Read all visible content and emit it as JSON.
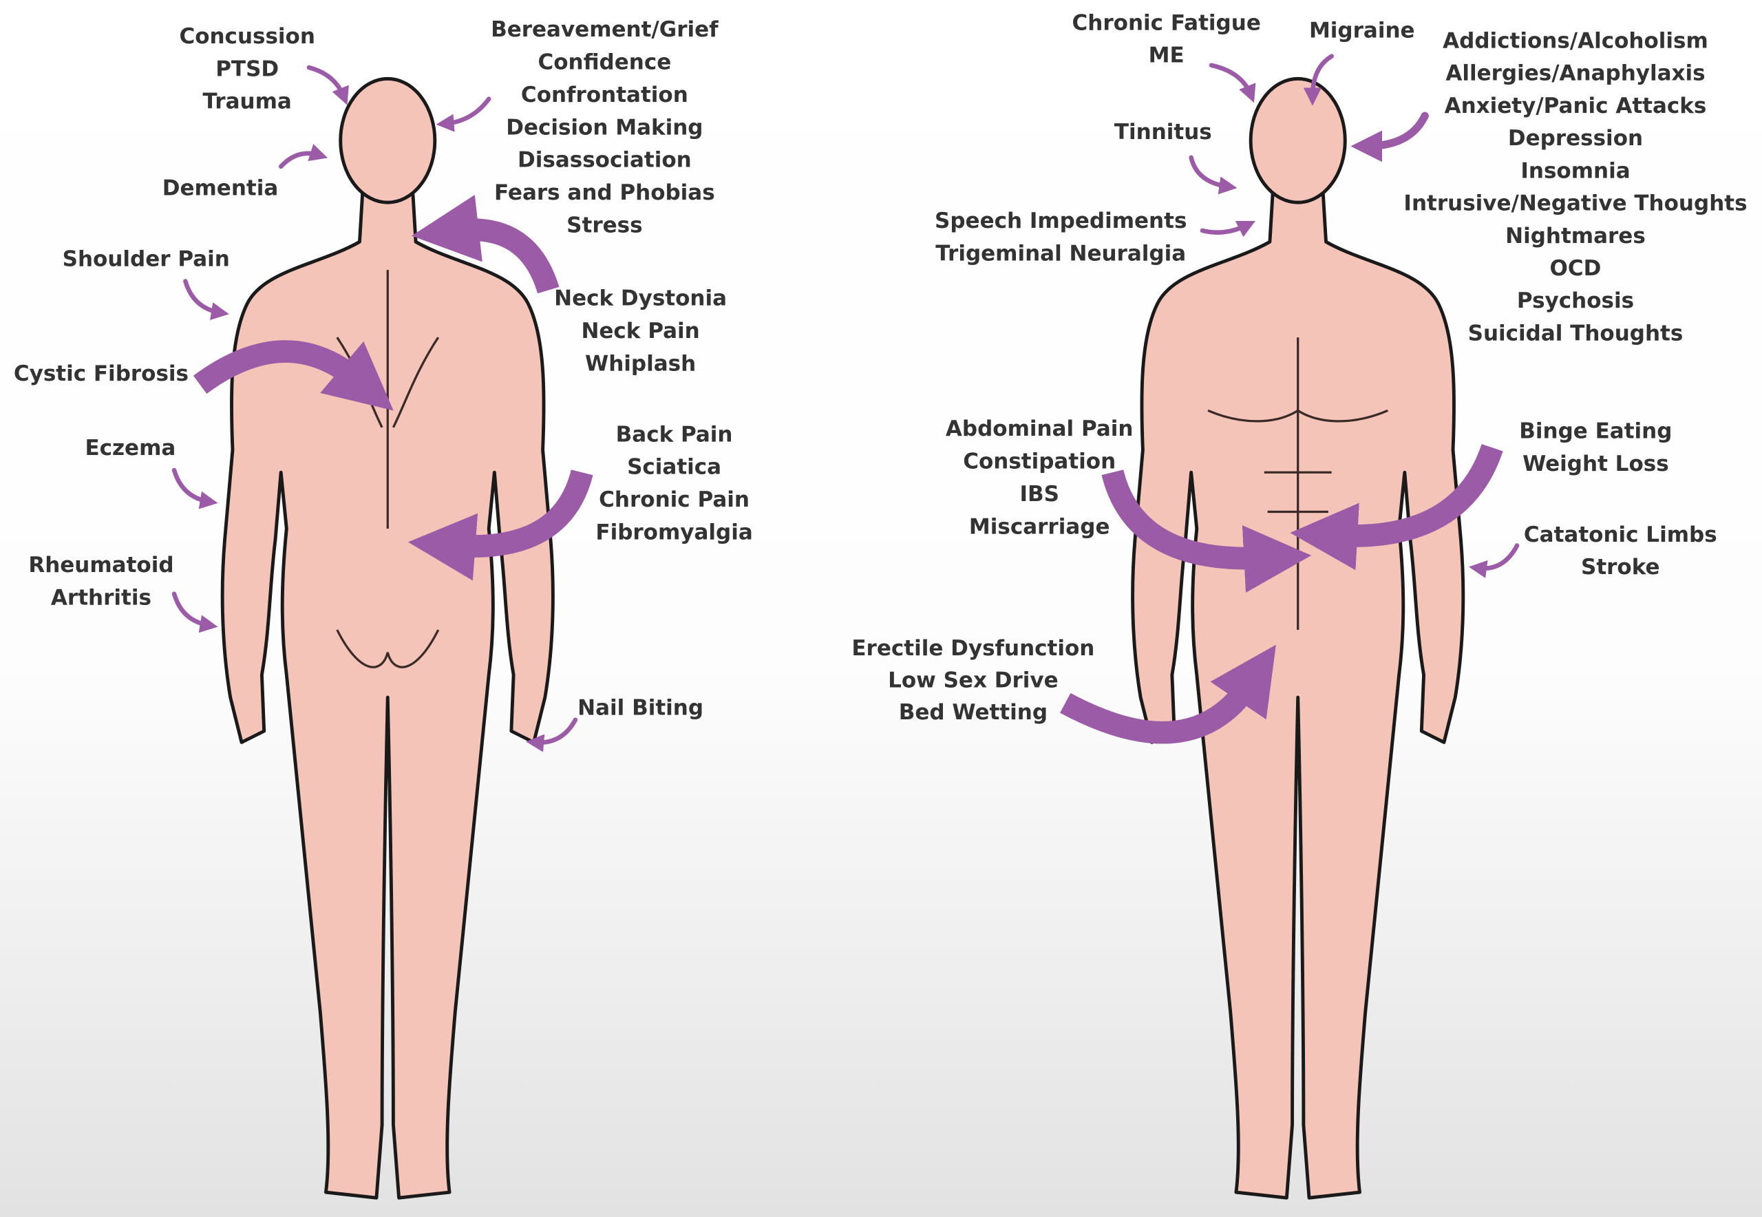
{
  "colors": {
    "accent": "#9c5ba6",
    "skin": "#f5c4b8",
    "text": "#333333"
  },
  "back_view": {
    "groups": [
      {
        "id": "head-trauma",
        "lines": [
          "Concussion",
          "PTSD",
          "Trauma"
        ]
      },
      {
        "id": "dementia",
        "lines": [
          "Dementia"
        ]
      },
      {
        "id": "mind",
        "lines": [
          "Bereavement/Grief",
          "Confidence",
          "Confrontation",
          "Decision Making",
          "Disassociation",
          "Fears and Phobias",
          "Stress"
        ]
      },
      {
        "id": "shoulder",
        "lines": [
          "Shoulder Pain"
        ]
      },
      {
        "id": "cystic",
        "lines": [
          "Cystic Fibrosis"
        ]
      },
      {
        "id": "neck",
        "lines": [
          "Neck Dystonia",
          "Neck Pain",
          "Whiplash"
        ]
      },
      {
        "id": "eczema",
        "lines": [
          "Eczema"
        ]
      },
      {
        "id": "back",
        "lines": [
          "Back Pain",
          "Sciatica",
          "Chronic Pain",
          "Fibromyalgia"
        ]
      },
      {
        "id": "rheumatoid",
        "lines": [
          "Rheumatoid",
          "Arthritis"
        ]
      },
      {
        "id": "nail",
        "lines": [
          "Nail Biting"
        ]
      }
    ]
  },
  "front_view": {
    "groups": [
      {
        "id": "fatigue",
        "lines": [
          "Chronic Fatigue",
          "ME"
        ]
      },
      {
        "id": "migraine",
        "lines": [
          "Migraine"
        ]
      },
      {
        "id": "mental",
        "lines": [
          "Addictions/Alcoholism",
          "Allergies/Anaphylaxis",
          "Anxiety/Panic Attacks",
          "Depression",
          "Insomnia",
          "Intrusive/Negative Thoughts",
          "Nightmares",
          "OCD",
          "Psychosis",
          "Suicidal Thoughts"
        ]
      },
      {
        "id": "tinnitus",
        "lines": [
          "Tinnitus"
        ]
      },
      {
        "id": "speech",
        "lines": [
          "Speech Impediments",
          "Trigeminal Neuralgia"
        ]
      },
      {
        "id": "abdominal",
        "lines": [
          "Abdominal Pain",
          "Constipation",
          "IBS",
          "Miscarriage"
        ]
      },
      {
        "id": "binge",
        "lines": [
          "Binge Eating",
          "Weight Loss"
        ]
      },
      {
        "id": "catatonic",
        "lines": [
          "Catatonic Limbs",
          "Stroke"
        ]
      },
      {
        "id": "sexual",
        "lines": [
          "Erectile Dysfunction",
          "Low Sex Drive",
          "Bed Wetting"
        ]
      }
    ]
  }
}
